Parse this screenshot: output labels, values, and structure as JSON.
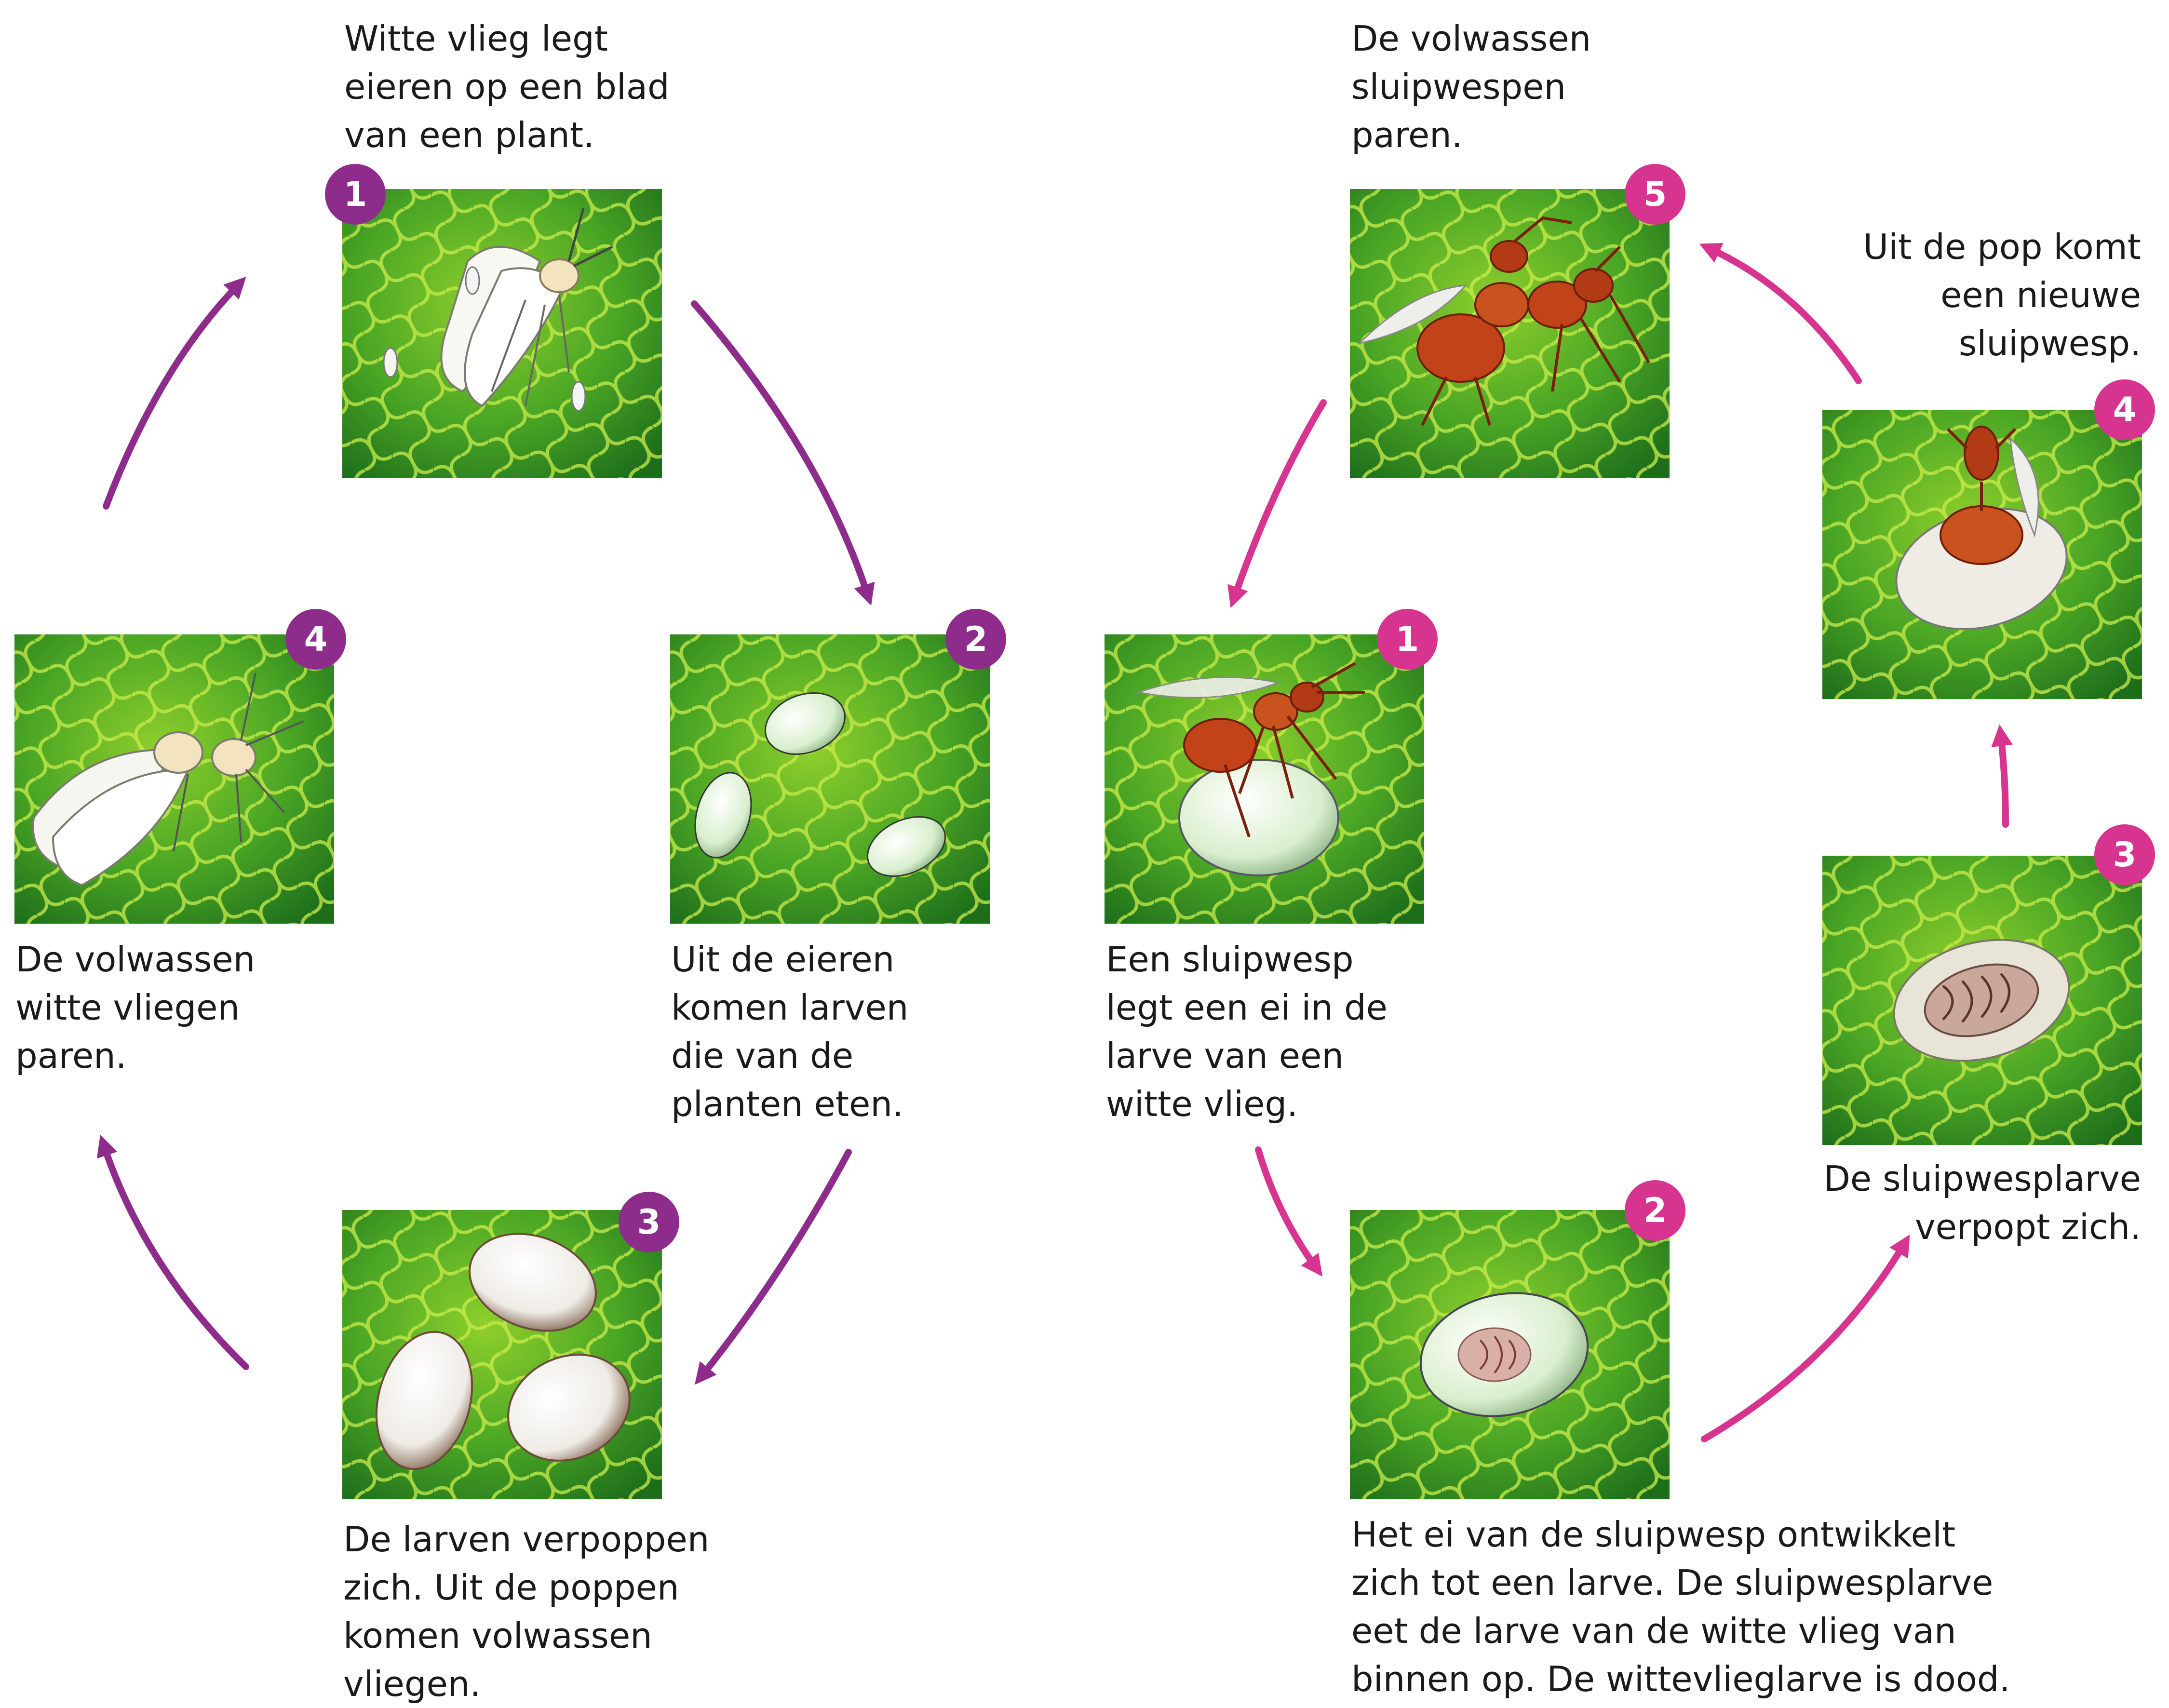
{
  "colors": {
    "whitefly_cycle": "#8e2c8c",
    "wasp_cycle": "#d6348f",
    "leaf_light": "#b7dc3a",
    "leaf_dark": "#1f7a1c"
  },
  "whitefly_cycle": {
    "steps": [
      {
        "number": "1",
        "icon": "whitefly-laying-eggs",
        "caption": [
          "Witte vlieg legt",
          "eieren op een blad",
          "van een plant."
        ]
      },
      {
        "number": "2",
        "icon": "whitefly-larvae",
        "caption": [
          "Uit de eieren",
          "komen larven",
          "die van de",
          "planten eten."
        ]
      },
      {
        "number": "3",
        "icon": "whitefly-pupae",
        "caption": [
          "De larven verpoppen",
          "zich. Uit de poppen",
          "komen volwassen",
          "vliegen."
        ]
      },
      {
        "number": "4",
        "icon": "whiteflies-mating",
        "caption": [
          "De volwassen",
          "witte vliegen",
          "paren."
        ]
      }
    ]
  },
  "wasp_cycle": {
    "steps": [
      {
        "number": "1",
        "icon": "wasp-laying-egg-in-larva",
        "caption": [
          "Een sluipwesp",
          "legt een ei in de",
          "larve van een",
          "witte vlieg."
        ]
      },
      {
        "number": "2",
        "icon": "wasp-larva-inside-host",
        "caption": [
          "Het ei van de sluipwesp ontwikkelt",
          "zich tot een larve. De sluipwesplarve",
          "eet de larve van de witte vlieg van",
          "binnen op. De wittevlieglarve is dood."
        ]
      },
      {
        "number": "3",
        "icon": "wasp-pupa",
        "caption": [
          "De sluipwesplarve",
          "verpopt zich."
        ]
      },
      {
        "number": "4",
        "icon": "wasp-emerging",
        "caption": [
          "Uit de pop komt",
          "een nieuwe",
          "sluipwesp."
        ]
      },
      {
        "number": "5",
        "icon": "wasps-mating",
        "caption": [
          "De volwassen",
          "sluipwespen",
          "paren."
        ]
      }
    ]
  }
}
